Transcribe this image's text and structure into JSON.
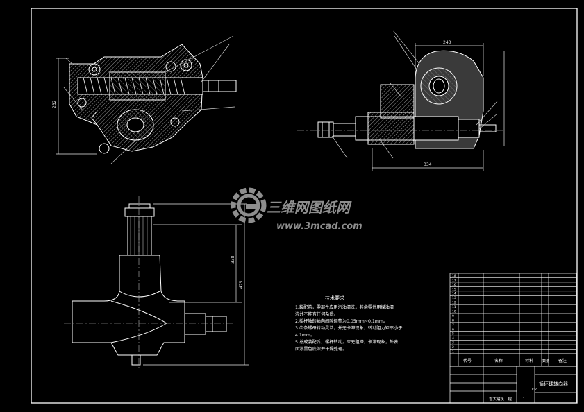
{
  "drawing": {
    "colors": {
      "background": "#000000",
      "outline": "#ffffff",
      "hatch": "#9a9a9a",
      "fill_gray": "#5a5a5a",
      "dim": "#e8e8e8",
      "watermark": "#8e8e8e"
    }
  },
  "watermark": {
    "logo_icon": "gear-icon",
    "brand_cn": "三维网图纸网",
    "url": "www.3mcad.com"
  },
  "dimensions": {
    "top_left_height": "232",
    "top_right_width": "243",
    "top_right_length": "334",
    "bottom_short": "338",
    "bottom_long": "475"
  },
  "tech_requirements": {
    "title": "技术要求",
    "lines": [
      "1.装配前，零部件应用汽油清洗，其余零件用煤油清",
      "洗并不能有任何杂质。",
      "2.摇杆轴的轴向间隙调整为0.05mm~0.1mm。",
      "3.齿条螺母转动灵活，并无卡滞现象，转动阻力矩不小于",
      "4.1mm。",
      "5.总成装配后，螺杆转动，应无阻滞，卡滞现象；外表",
      "面涂黑色底漆并干燥处理。"
    ]
  },
  "parts_table": {
    "rows": [
      [
        "18",
        "",
        "",
        "",
        "",
        ""
      ],
      [
        "17",
        "",
        "",
        "",
        "",
        ""
      ],
      [
        "16",
        "",
        "",
        "",
        "",
        ""
      ],
      [
        "15",
        "",
        "",
        "",
        "",
        ""
      ],
      [
        "14",
        "",
        "",
        "",
        "",
        ""
      ],
      [
        "13",
        "",
        "",
        "",
        "",
        ""
      ],
      [
        "12",
        "",
        "",
        "",
        "",
        ""
      ],
      [
        "11",
        "",
        "",
        "",
        "",
        ""
      ],
      [
        "10",
        "",
        "",
        "",
        "",
        ""
      ],
      [
        "9",
        "",
        "",
        "",
        "",
        ""
      ],
      [
        "8",
        "",
        "",
        "",
        "",
        ""
      ],
      [
        "7",
        "",
        "",
        "",
        "",
        ""
      ],
      [
        "6",
        "",
        "",
        "",
        "",
        ""
      ],
      [
        "5",
        "",
        "",
        "",
        "",
        ""
      ],
      [
        "4",
        "",
        "",
        "",
        "",
        ""
      ],
      [
        "3",
        "",
        "",
        "",
        "",
        ""
      ],
      [
        "2",
        "",
        "",
        "",
        "",
        ""
      ],
      [
        "1",
        "",
        "",
        "",
        "",
        ""
      ]
    ],
    "header": {
      "col_code": "代号",
      "col_name": "名称",
      "col_material": "材料",
      "col_qty": "数量",
      "col_note": "备注"
    }
  },
  "title_block": {
    "drawing_name": "循环球转向器",
    "company": "吉大建筑工程",
    "scale": "1:2",
    "sheet": "1"
  }
}
